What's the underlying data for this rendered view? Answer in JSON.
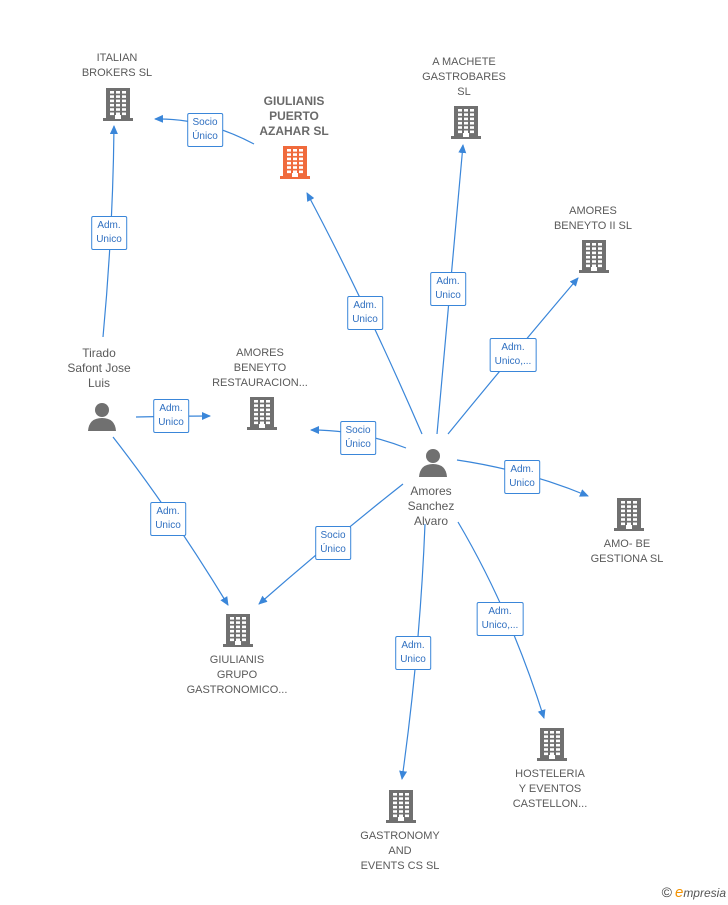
{
  "colors": {
    "edge": "#3a86d9",
    "building": "#707070",
    "focus_building": "#f06a3c",
    "person": "#707070"
  },
  "nodes": [
    {
      "id": "italian",
      "kind": "company",
      "lines": [
        "ITALIAN",
        "BROKERS  SL"
      ]
    },
    {
      "id": "giulianis_puerto",
      "kind": "focus",
      "lines": [
        "GIULIANIS",
        "PUERTO",
        "AZAHAR  SL"
      ]
    },
    {
      "id": "machete",
      "kind": "company",
      "lines": [
        "A MACHETE",
        "GASTROBARES",
        "SL"
      ]
    },
    {
      "id": "amores_ii",
      "kind": "company",
      "lines": [
        "AMORES",
        "BENEYTO II  SL"
      ]
    },
    {
      "id": "amores_rest",
      "kind": "company",
      "lines": [
        "AMORES",
        "BENEYTO",
        "RESTAURACION..."
      ]
    },
    {
      "id": "tirado",
      "kind": "person",
      "lines": [
        "Tirado",
        "Safont Jose",
        "Luis"
      ]
    },
    {
      "id": "amores_sanchez",
      "kind": "person",
      "lines": [
        "Amores",
        "Sanchez",
        "Alvaro"
      ]
    },
    {
      "id": "amo_be",
      "kind": "company",
      "lines": [
        "AMO- BE",
        "GESTIONA  SL"
      ]
    },
    {
      "id": "giulianis_grupo",
      "kind": "company",
      "lines": [
        "GIULIANIS",
        "GRUPO",
        "GASTRONOMICO..."
      ]
    },
    {
      "id": "hosteleria",
      "kind": "company",
      "lines": [
        "HOSTELERIA",
        "Y EVENTOS",
        "CASTELLON..."
      ]
    },
    {
      "id": "gastronomy",
      "kind": "company",
      "lines": [
        "GASTRONOMY",
        "AND",
        "EVENTS CS  SL"
      ]
    }
  ],
  "edges": [
    {
      "id": "e1",
      "lines": [
        "Socio",
        "Único"
      ]
    },
    {
      "id": "e2",
      "lines": [
        "Adm.",
        "Unico"
      ]
    },
    {
      "id": "e3",
      "lines": [
        "Adm.",
        "Unico"
      ]
    },
    {
      "id": "e4",
      "lines": [
        "Adm.",
        "Unico"
      ]
    },
    {
      "id": "e5",
      "lines": [
        "Adm.",
        "Unico"
      ]
    },
    {
      "id": "e6",
      "lines": [
        "Adm.",
        "Unico,..."
      ]
    },
    {
      "id": "e7",
      "lines": [
        "Socio",
        "Único"
      ]
    },
    {
      "id": "e8",
      "lines": [
        "Adm.",
        "Unico"
      ]
    },
    {
      "id": "e9",
      "lines": [
        "Adm.",
        "Unico"
      ]
    },
    {
      "id": "e10",
      "lines": [
        "Socio",
        "Único"
      ]
    },
    {
      "id": "e11",
      "lines": [
        "Adm.",
        "Unico,..."
      ]
    },
    {
      "id": "e12",
      "lines": [
        "Adm.",
        "Unico"
      ]
    }
  ],
  "footer": {
    "copyright_symbol": "©",
    "brand_initial": "e",
    "brand_rest": "mpresia"
  }
}
